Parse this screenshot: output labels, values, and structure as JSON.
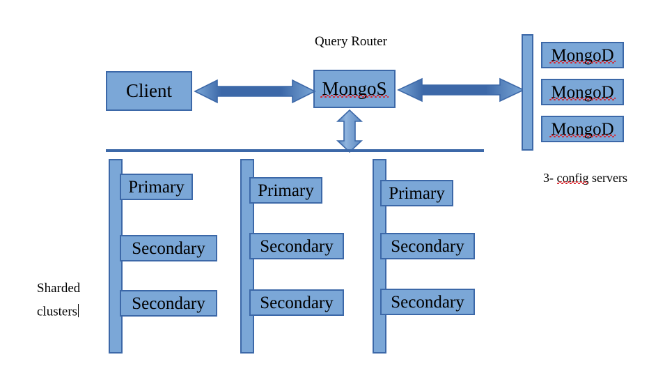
{
  "diagram": {
    "title_label": "Query Router",
    "client": {
      "label": "Client"
    },
    "router": {
      "label": "MongoS"
    },
    "config": {
      "caption": "3- config servers",
      "nodes": [
        {
          "label": "MongoD"
        },
        {
          "label": "MongoD"
        },
        {
          "label": "MongoD"
        }
      ]
    },
    "shards_caption_line1": "Sharded",
    "shards_caption_line2": "clusters",
    "shards": [
      {
        "members": [
          {
            "label": "Primary"
          },
          {
            "label": "Secondary"
          },
          {
            "label": "Secondary"
          }
        ]
      },
      {
        "members": [
          {
            "label": "Primary"
          },
          {
            "label": "Secondary"
          },
          {
            "label": "Secondary"
          }
        ]
      },
      {
        "members": [
          {
            "label": "Primary"
          },
          {
            "label": "Secondary"
          },
          {
            "label": "Secondary"
          }
        ]
      }
    ],
    "connectors": [
      {
        "name": "client-to-router",
        "orientation": "horizontal",
        "double_headed": true
      },
      {
        "name": "router-to-config",
        "orientation": "horizontal",
        "double_headed": true
      },
      {
        "name": "router-to-shards",
        "orientation": "vertical",
        "double_headed": true
      }
    ],
    "colors": {
      "shape_fill": "#7BA7D7",
      "shape_stroke": "#3C68A8",
      "arrow_light": "#7BA7D7",
      "arrow_dark": "#3C68A8",
      "divider": "#3C68A8",
      "text": "#000000",
      "spellcheck_underline": "#D81F26",
      "background": "#FFFFFF"
    }
  }
}
